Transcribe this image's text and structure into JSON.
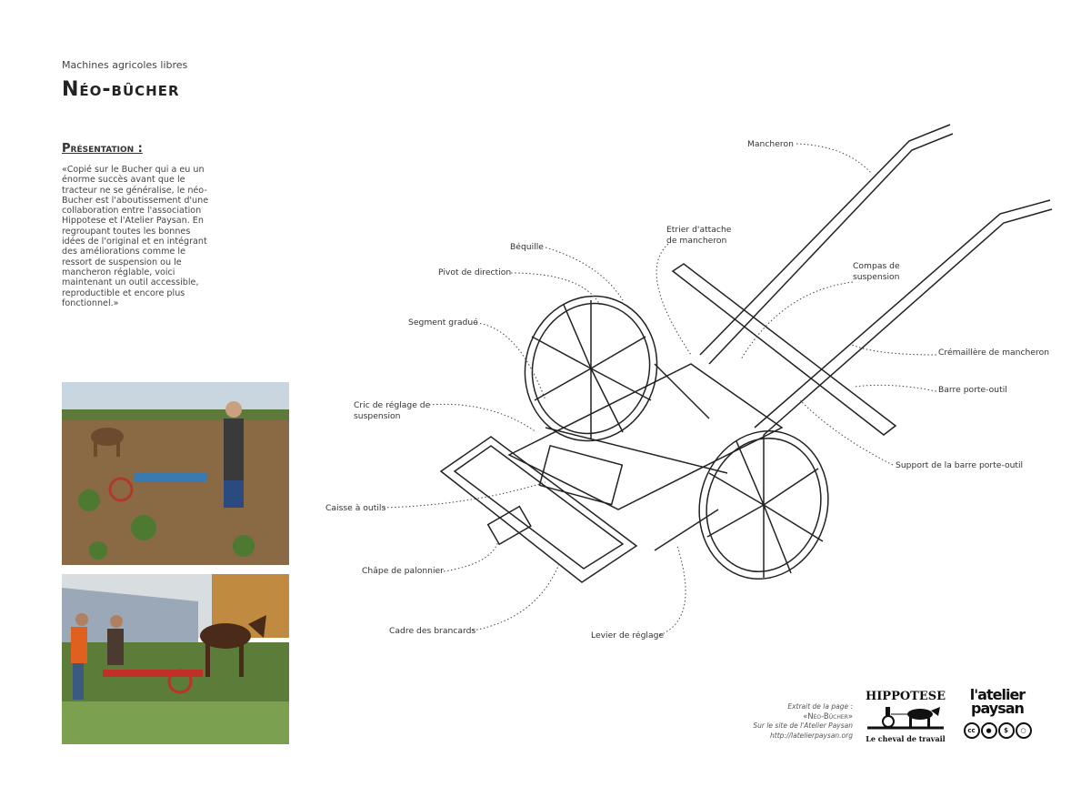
{
  "header": {
    "kicker": "Machines agricoles libres",
    "title": "Néo-bûcher"
  },
  "presentation": {
    "heading": "Présentation :",
    "text": "«Copié sur le Bucher qui a eu un énorme succès avant que le tracteur ne se généralise, le néo-Bucher est l'aboutissement d'une collaboration entre l'association Hippotese et l'Atelier Paysan. En regroupant toutes les bonnes idées de l'original et en intégrant des améliorations comme le ressort de suspension ou le mancheron réglable, voici maintenant un outil accessible, reproductible et encore plus fonctionnel.»"
  },
  "labels": {
    "mancheron": "Mancheron",
    "etrier": "Etrier d'attache de mancheron",
    "bequille": "Béquille",
    "compas": "Compas de suspension",
    "pivot": "Pivot de direction",
    "segment": "Segment gradué",
    "cremaillere": "Crémaillère de mancheron",
    "barre": "Barre porte-outil",
    "cric": "Cric de réglage de suspension",
    "support": "Support de la barre porte-outil",
    "caisse": "Caisse à outils",
    "chape": "Châpe de palonnier",
    "cadre": "Cadre des brancards",
    "levier": "Levier de réglage"
  },
  "credit": {
    "line1": "Extrait de la page :",
    "line2": "«Néo-Bûcher»",
    "line3": "Sur le site de l'Atelier Paysan",
    "line4": "http://latelierpaysan.org"
  },
  "logos": {
    "hippotese": "HIPPOTESE",
    "hippotese_sub": "Le cheval de travail",
    "atelier_1": "l'atelier",
    "atelier_2": "paysan",
    "cc": "cc"
  }
}
